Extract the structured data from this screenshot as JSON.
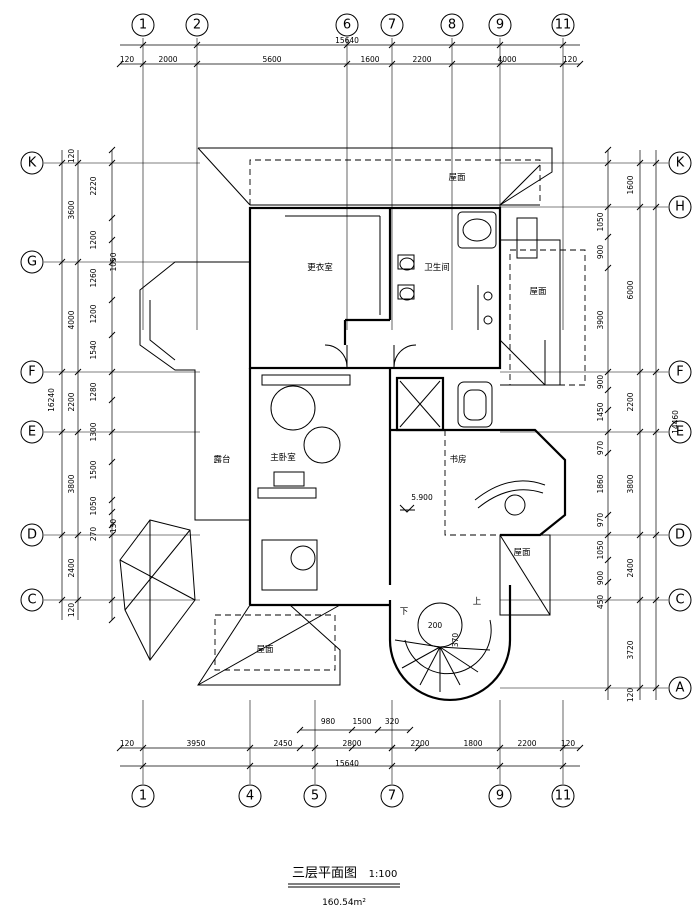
{
  "axes_top": [
    "1",
    "2",
    "6",
    "7",
    "8",
    "9",
    "11"
  ],
  "axes_bottom": [
    "1",
    "4",
    "5",
    "7",
    "9",
    "11"
  ],
  "axes_left": [
    "K",
    "G",
    "F",
    "E",
    "D",
    "C"
  ],
  "axes_right": [
    "K",
    "H",
    "F",
    "E",
    "D",
    "C",
    "A"
  ],
  "dims": {
    "top_total": "15640",
    "top": [
      "120",
      "2000",
      "5600",
      "1600",
      "2200",
      "4000",
      "120"
    ],
    "bottom_total": "15640",
    "bottom": [
      "120",
      "3950",
      "2450",
      "2800",
      "2200",
      "1800",
      "2200",
      "120"
    ],
    "bottom_inner": [
      "980",
      "1500",
      "320"
    ],
    "left_total": "16240",
    "left_outer": [
      "120",
      "3600",
      "4000",
      "2200",
      "3800",
      "2400",
      "120"
    ],
    "left_inner": [
      "2220",
      "1200",
      "1260",
      "1200",
      "1540",
      "1280",
      "1300",
      "1500",
      "1050",
      "1050",
      "270",
      "130"
    ],
    "right_total": "14460",
    "right_outer": [
      "1600",
      "6000",
      "2200",
      "3800",
      "2400",
      "3720",
      "120"
    ],
    "right_inner": [
      "1050",
      "900",
      "3900",
      "900",
      "1450",
      "970",
      "1860",
      "970",
      "1050",
      "900",
      "450"
    ]
  },
  "rooms": {
    "roof_top": "屋面",
    "closet": "更衣室",
    "bathroom": "卫生间",
    "roof_right": "屋面",
    "terrace": "露台",
    "master_bedroom": "主卧室",
    "study": "书房",
    "roof_small": "屋面",
    "roof_bottom": "屋面"
  },
  "annotations": {
    "elevation": "5.900",
    "stair_down": "下",
    "stair_up": "上",
    "stair_inner": "200",
    "stair_radius": "370"
  },
  "title": {
    "name": "三层平面图",
    "scale": "1:100",
    "area": "160.54m²"
  }
}
